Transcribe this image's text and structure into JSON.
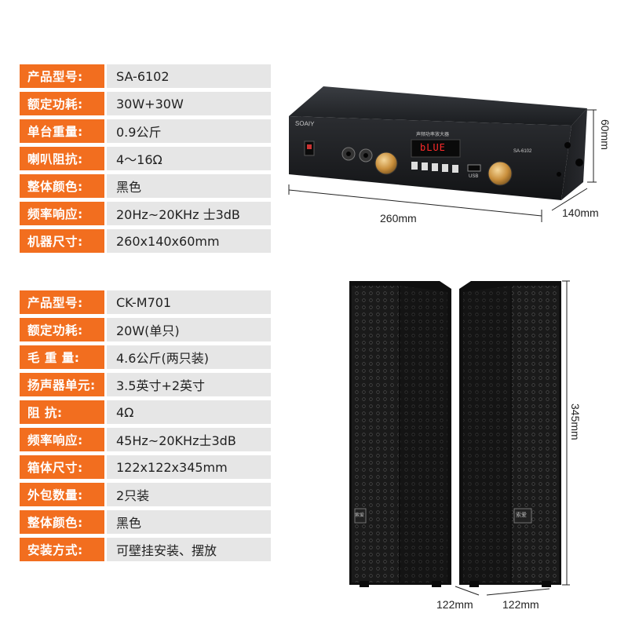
{
  "amplifier": {
    "specs": [
      {
        "key": "产品型号:",
        "value": "SA-6102"
      },
      {
        "key": "额定功耗:",
        "value": "30W+30W"
      },
      {
        "key": "单台重量:",
        "value": "0.9公斤"
      },
      {
        "key": "喇叭阻抗:",
        "value": "4～16Ω"
      },
      {
        "key": "整体颜色:",
        "value": "黑色"
      },
      {
        "key": "频率响应:",
        "value": "20Hz~20KHz 士3dB"
      },
      {
        "key": "机器尺寸:",
        "value": "260x140x60mm"
      }
    ],
    "brand": "SOAIY",
    "model_plate": "SA-6102",
    "display_text": "bLUE",
    "top_label": "声频功率放大器",
    "usb_label": "USB",
    "dims": {
      "width": "260mm",
      "depth": "140mm",
      "height": "60mm"
    }
  },
  "speaker": {
    "specs": [
      {
        "key": "产品型号:",
        "value": "CK-M701"
      },
      {
        "key": "额定功耗:",
        "value": "20W(单只)"
      },
      {
        "key": "毛  重  量:",
        "value": "4.6公斤(两只装)"
      },
      {
        "key": "扬声器单元:",
        "value": "3.5英寸+2英寸"
      },
      {
        "key": "阻        抗:",
        "value": "4Ω"
      },
      {
        "key": "频率响应:",
        "value": "45Hz~20KHz士3dB"
      },
      {
        "key": "箱体尺寸:",
        "value": "122x122x345mm"
      },
      {
        "key": "外包数量:",
        "value": "2只装"
      },
      {
        "key": "整体颜色:",
        "value": "黑色"
      },
      {
        "key": "安装方式:",
        "value": "可壁挂安装、摆放"
      }
    ],
    "badge": "索爱",
    "dims": {
      "height": "345mm",
      "width_a": "122mm",
      "width_b": "122mm"
    }
  }
}
